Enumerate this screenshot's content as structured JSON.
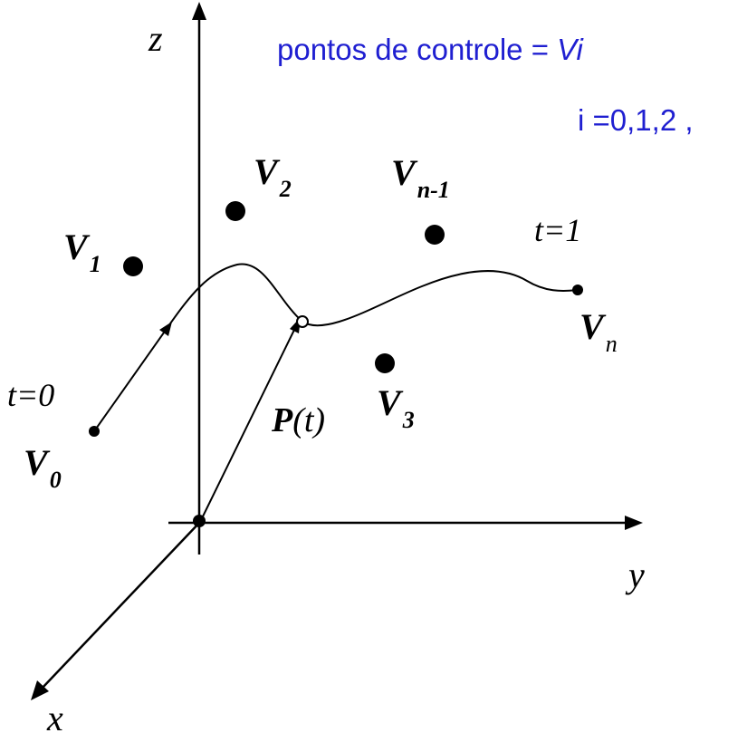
{
  "caption": {
    "line1_prefix": "pontos de controle = ",
    "line1_symbol": "Vi",
    "line2": "i =0,1,2 ,"
  },
  "colors": {
    "caption": "#1f1fd1",
    "ink": "#000000"
  },
  "axes": {
    "z": "z",
    "y": "y",
    "x": "x"
  },
  "points": {
    "v0": {
      "base": "V",
      "sub": "0"
    },
    "v1": {
      "base": "V",
      "sub": "1"
    },
    "v2": {
      "base": "V",
      "sub": "2"
    },
    "v3": {
      "base": "V",
      "sub": "3"
    },
    "vn1": {
      "base": "V",
      "sub": "n-1"
    },
    "vn": {
      "base": "V",
      "sub": "n"
    }
  },
  "parameters": {
    "t0": "t=0",
    "t1": "t=1"
  },
  "position_vector": {
    "name": "P",
    "arg": "(t)"
  }
}
